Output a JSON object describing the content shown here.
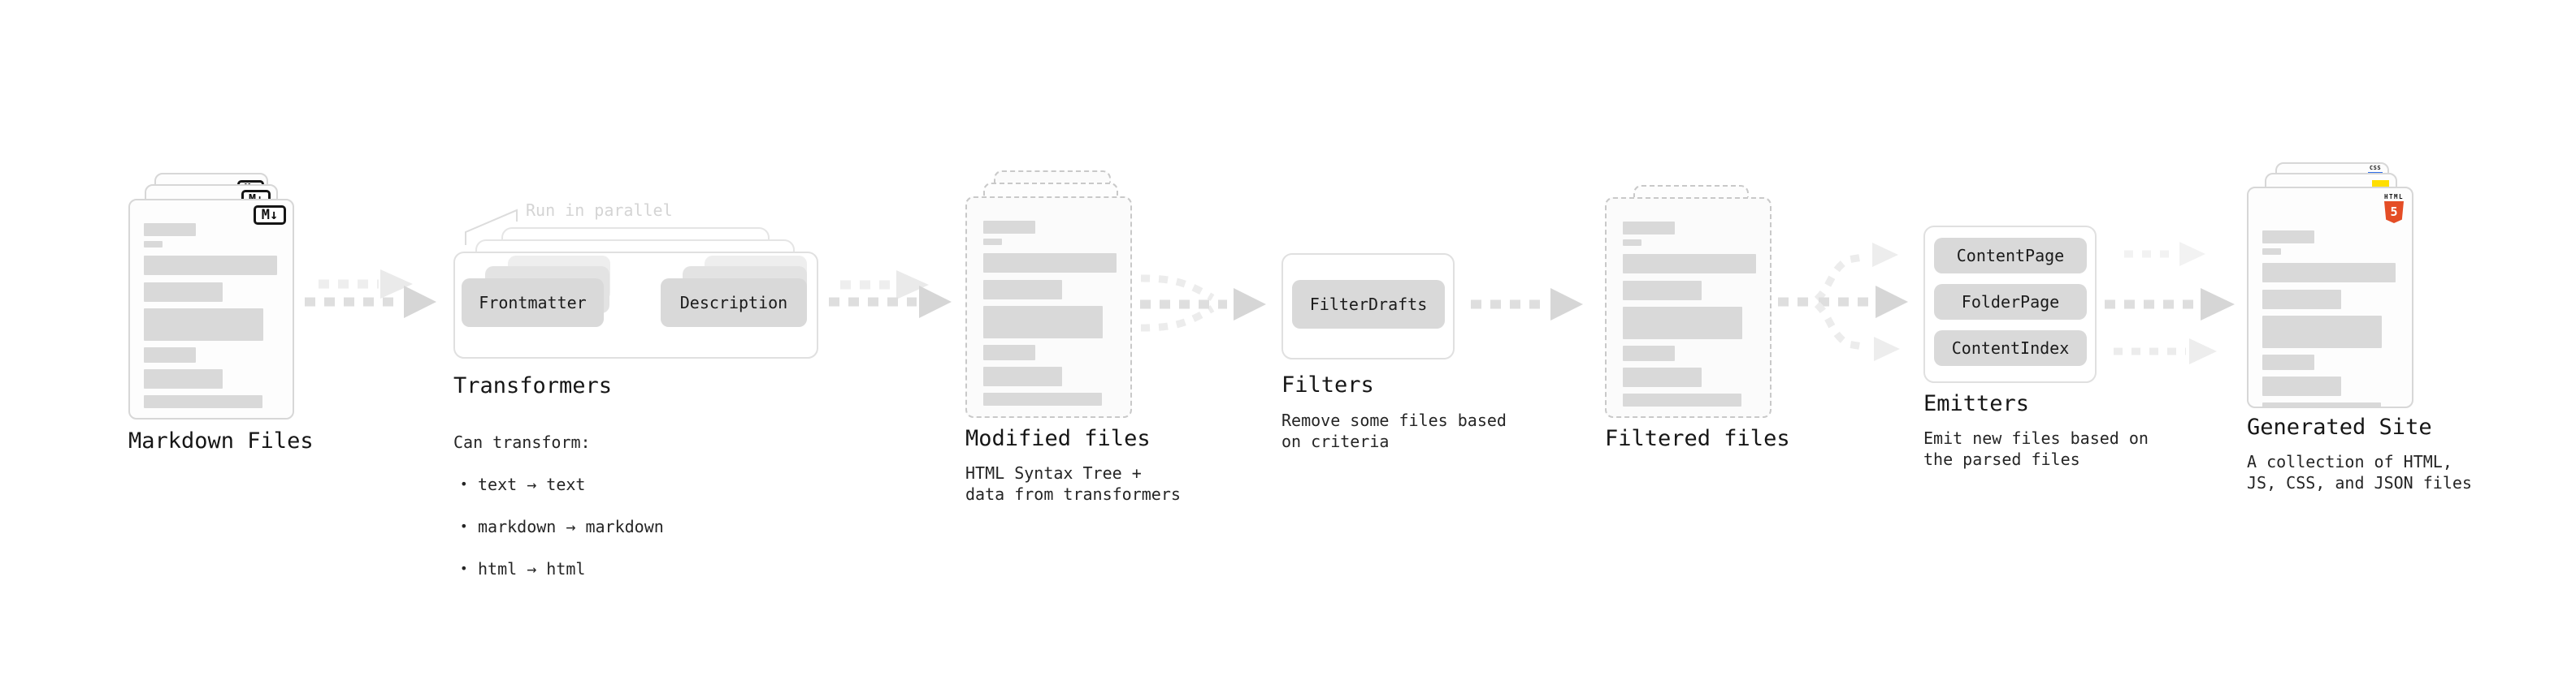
{
  "sections": {
    "markdown": {
      "title": "Markdown Files"
    },
    "transformers": {
      "title": "Transformers",
      "annotation": "Run in parallel",
      "node_frontmatter": "Frontmatter",
      "node_description": "Description",
      "can_transform": "Can transform:",
      "bullet_marker": "•",
      "bullets": [
        "text → text",
        "markdown → markdown",
        "html → html"
      ]
    },
    "modified": {
      "title": "Modified files",
      "subtitle": "HTML Syntax Tree +\ndata from transformers"
    },
    "filters": {
      "title": "Filters",
      "node_filterdrafts": "FilterDrafts",
      "subtitle": "Remove some files based\non criteria"
    },
    "filtered": {
      "title": "Filtered files"
    },
    "emitters": {
      "title": "Emitters",
      "nodes": [
        "ContentPage",
        "FolderPage",
        "ContentIndex"
      ],
      "subtitle": "Emit new files based on\nthe parsed files"
    },
    "generated": {
      "title": "Generated Site",
      "subtitle": "A collection of HTML,\nJS, CSS, and JSON files"
    }
  },
  "icons": {
    "markdown_badge": "M↓",
    "html5_label": "HTML",
    "html5_glyph": "5",
    "css_label": "CSS",
    "js_icon": "js-yellow-square"
  },
  "colors": {
    "skeleton_bar": "#d9d9d9",
    "node_fill": "#d9d9d9",
    "outline": "#e0e0e0",
    "dashed_border": "#c9c9c9",
    "arrow": "#dedede",
    "annotation": "#d4d4d4",
    "text": "#1d1d1d",
    "html5_orange": "#e44d26",
    "js_yellow": "#ffdf00",
    "css_blue": "#2e6de8"
  }
}
